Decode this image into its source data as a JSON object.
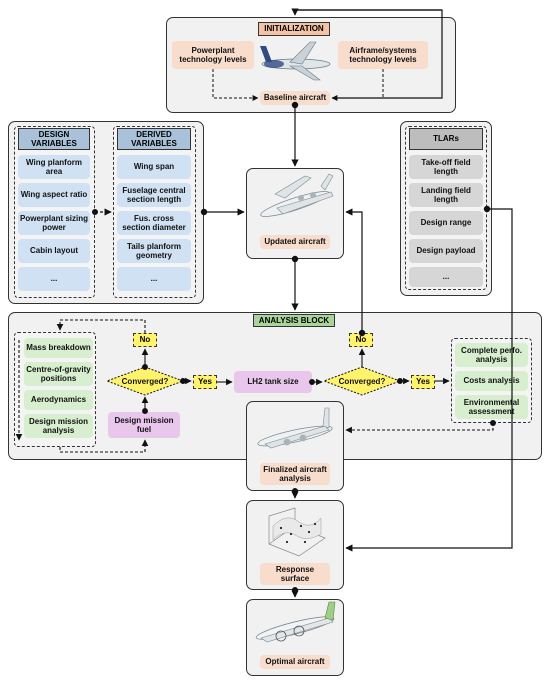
{
  "initialization": {
    "title": "INITIALIZATION",
    "powerplant": "Powerplant technology levels",
    "airframe": "Airframe/systems technology levels",
    "baseline": "Baseline aircraft"
  },
  "design_variables": {
    "title": "DESIGN VARIABLES",
    "items": [
      "Wing planform area",
      "Wing aspect ratio",
      "Powerplant sizing power",
      "Cabin layout",
      "..."
    ]
  },
  "derived_variables": {
    "title": "DERIVED VARIABLES",
    "items": [
      "Wing span",
      "Fuselage central section length",
      "Fus. cross section diameter",
      "Tails planform geometry",
      "..."
    ]
  },
  "tlars": {
    "title": "TLARs",
    "items": [
      "Take-off field length",
      "Landing field length",
      "Design range",
      "Design payload",
      "..."
    ]
  },
  "updated_aircraft": "Updated aircraft",
  "analysis": {
    "title": "ANALYSIS BLOCK",
    "left_items": [
      "Mass breakdown",
      "Centre-of-gravity positions",
      "Aerodynamics",
      "Design mission analysis"
    ],
    "design_mission_fuel": "Design mission fuel",
    "converged1": "Converged?",
    "no1": "No",
    "yes1": "Yes",
    "lh2": "LH2 tank size",
    "converged2": "Converged?",
    "no2": "No",
    "yes2": "Yes",
    "right_items": [
      "Complete perfo. analysis",
      "Costs analysis",
      "Environmental assessment"
    ]
  },
  "finalized": "Finalized aircraft analysis",
  "response_surface": "Response surface",
  "optimal": "Optimal aircraft",
  "colors": {
    "peach": "#f8dccc",
    "blue": "#cfe1f3",
    "green": "#d8efcf",
    "gray": "#d6d6d6",
    "pink": "#e9c6ec",
    "yellow": "#fff36b",
    "header_blue": "#a9c2d9",
    "header_peach": "#f3c3a4",
    "header_green": "#a9d49a",
    "header_gray": "#bdbdbd"
  }
}
